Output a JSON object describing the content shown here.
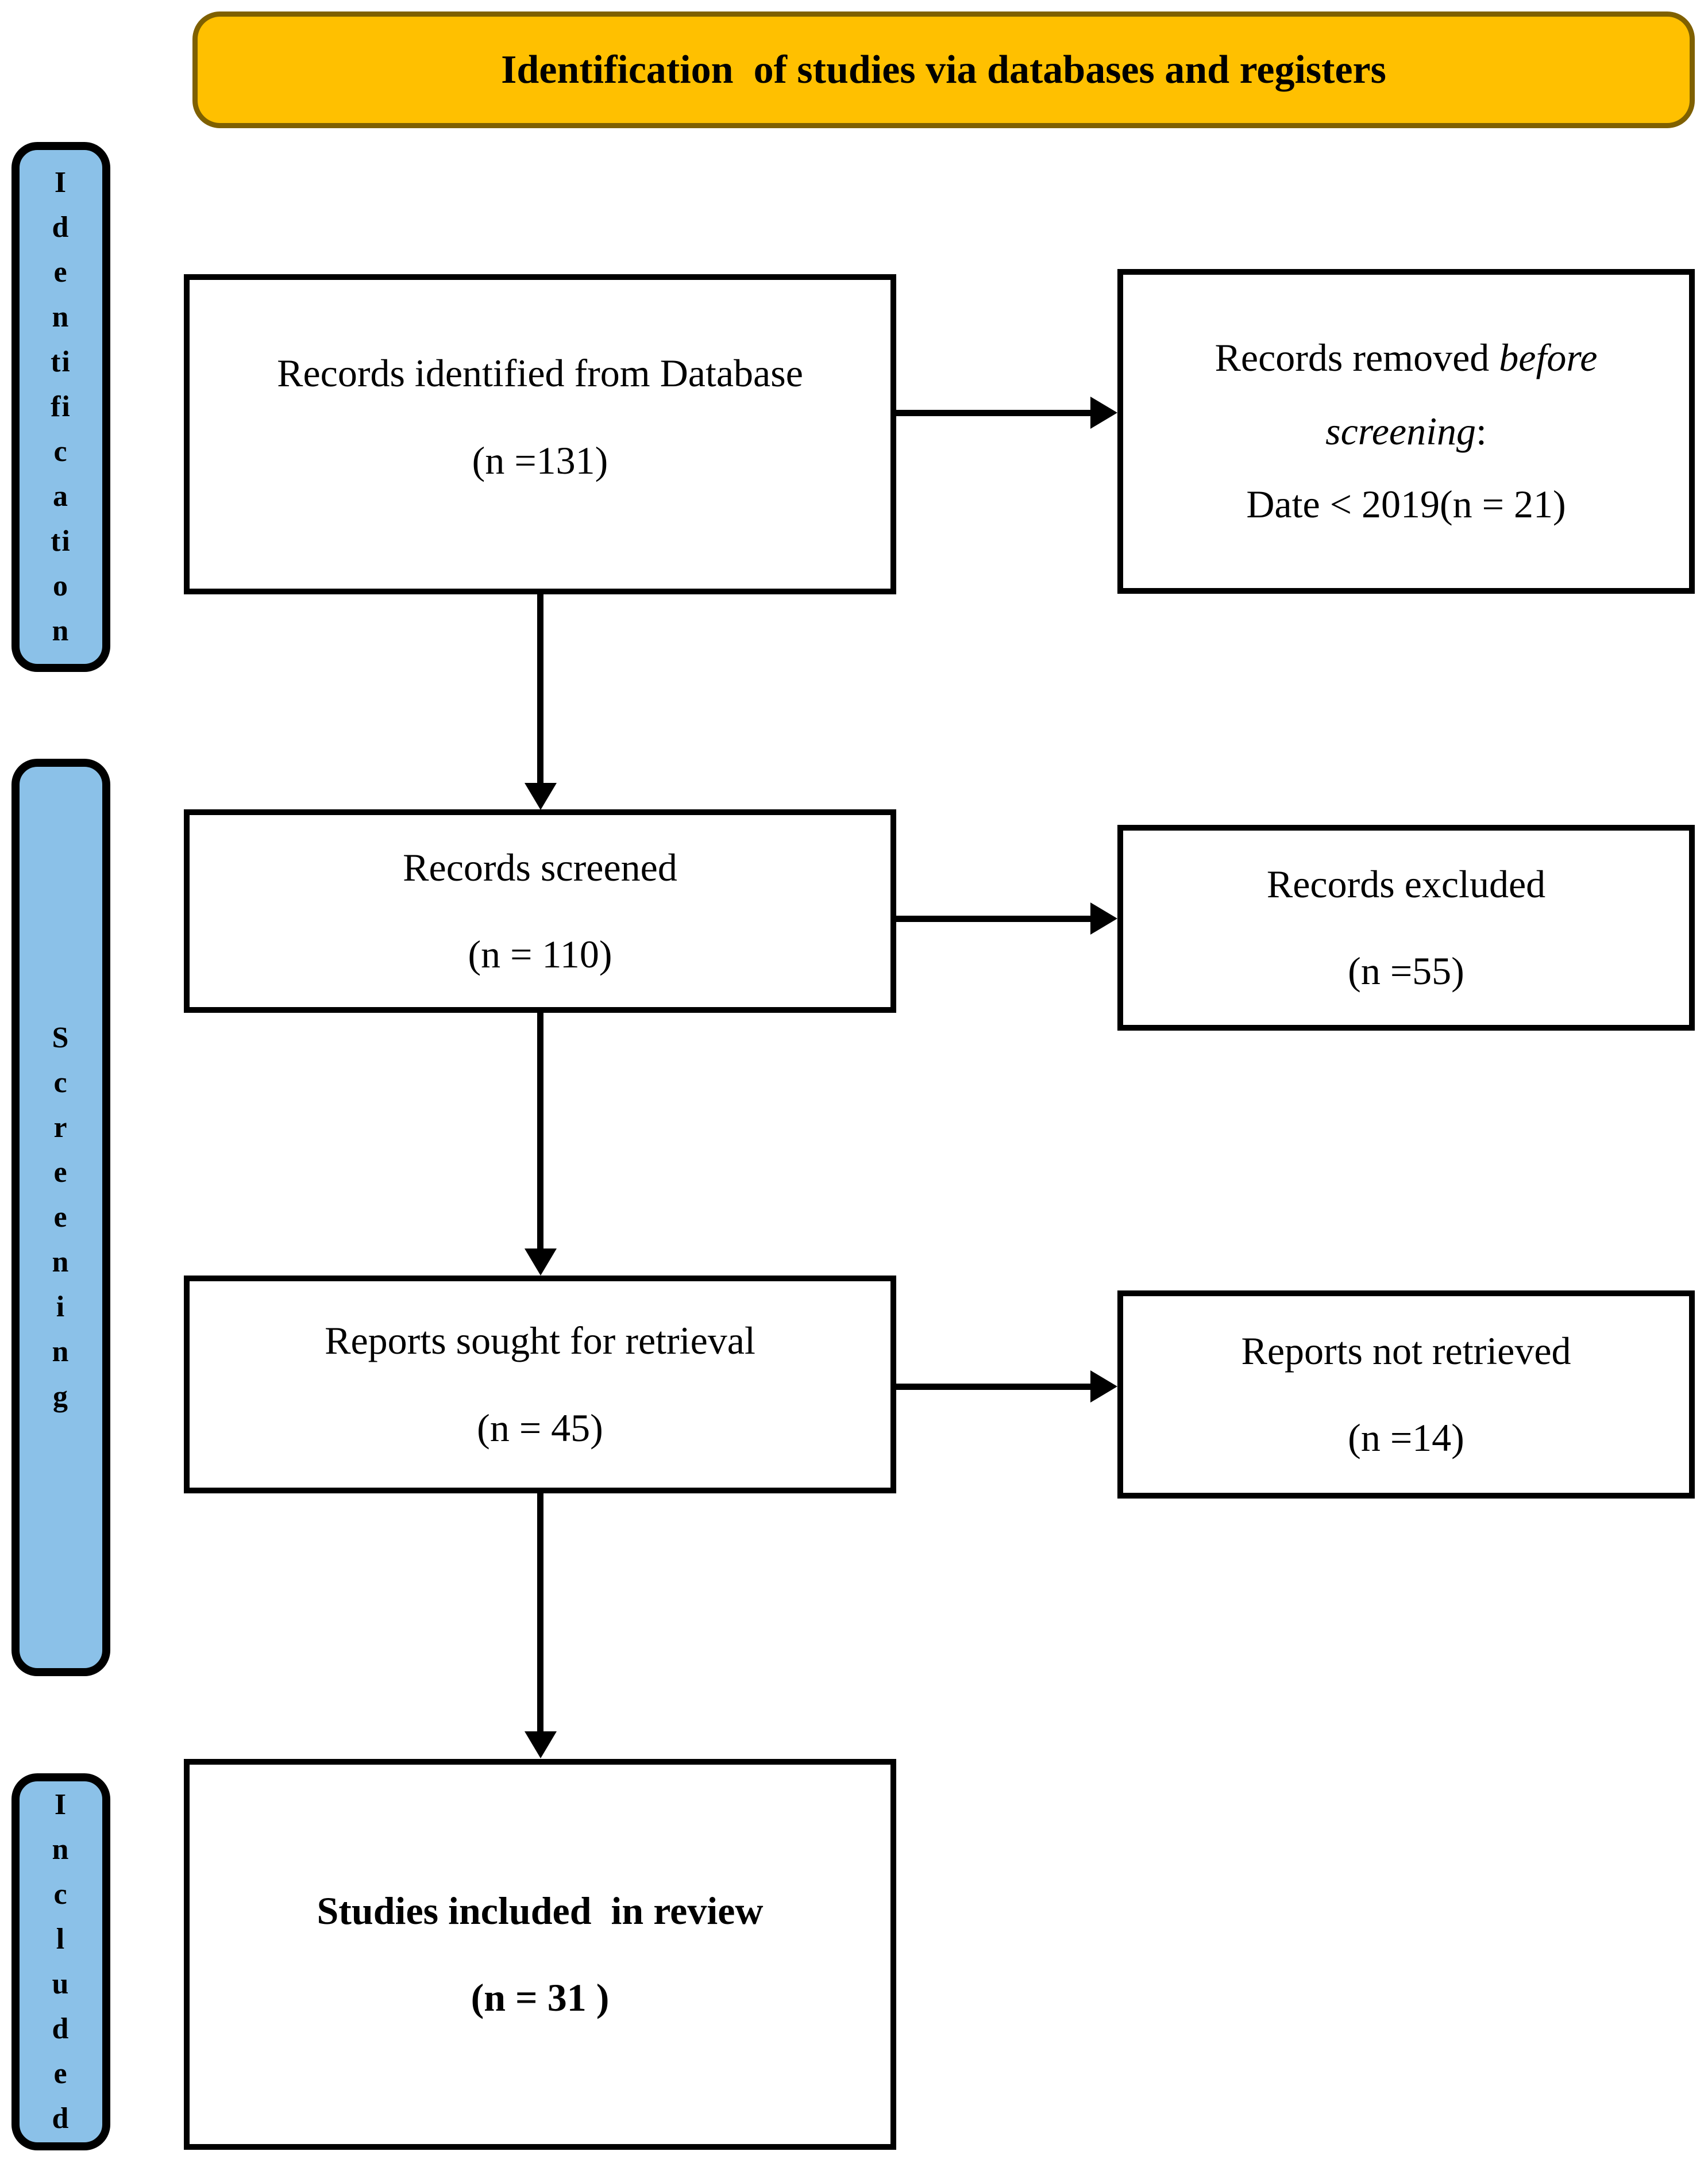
{
  "banner": {
    "title": "Identification  of studies via databases and registers",
    "fill_color": "#FFC000",
    "border_color": "#7F6000"
  },
  "sidebar": {
    "fill_color": "#8BC1E8",
    "border_color": "#000000",
    "identification": {
      "label": "Identification",
      "stacked": "I\nd\ne\nn\nti\nfi\nc\na\nti\no\nn"
    },
    "screening": {
      "label": "Screening",
      "stacked": "S\nc\nr\ne\ne\nn\ni\nn\ng"
    },
    "included": {
      "label": "Included",
      "stacked": "I\nn\nc\nl\nu\nd\ne\nd"
    }
  },
  "boxes": {
    "identified": {
      "line1": "Records identified from Database",
      "line2": "(n =131)",
      "n": 131
    },
    "removed": {
      "line1_normal": "Records removed ",
      "line1_italic": "before",
      "line2_italic": "screening",
      "line2_normal": ":",
      "line3": "Date < 2019(n = 21)",
      "n": 21
    },
    "screened": {
      "line1": "Records screened",
      "line2": "(n = 110)",
      "n": 110
    },
    "excluded": {
      "line1": "Records excluded",
      "line2": "(n =55)",
      "n": 55
    },
    "sought": {
      "line1": "Reports sought for retrieval",
      "line2": "(n = 45)",
      "n": 45
    },
    "notretrieved": {
      "line1": "Reports not retrieved",
      "line2": "(n =14)",
      "n": 14
    },
    "included": {
      "line1": "Studies included  in review",
      "line2": "(n = 31 )",
      "n": 31
    }
  },
  "colors": {
    "box_border": "#000000",
    "arrow": "#000000",
    "text": "#000000",
    "background": "#FFFFFF"
  }
}
